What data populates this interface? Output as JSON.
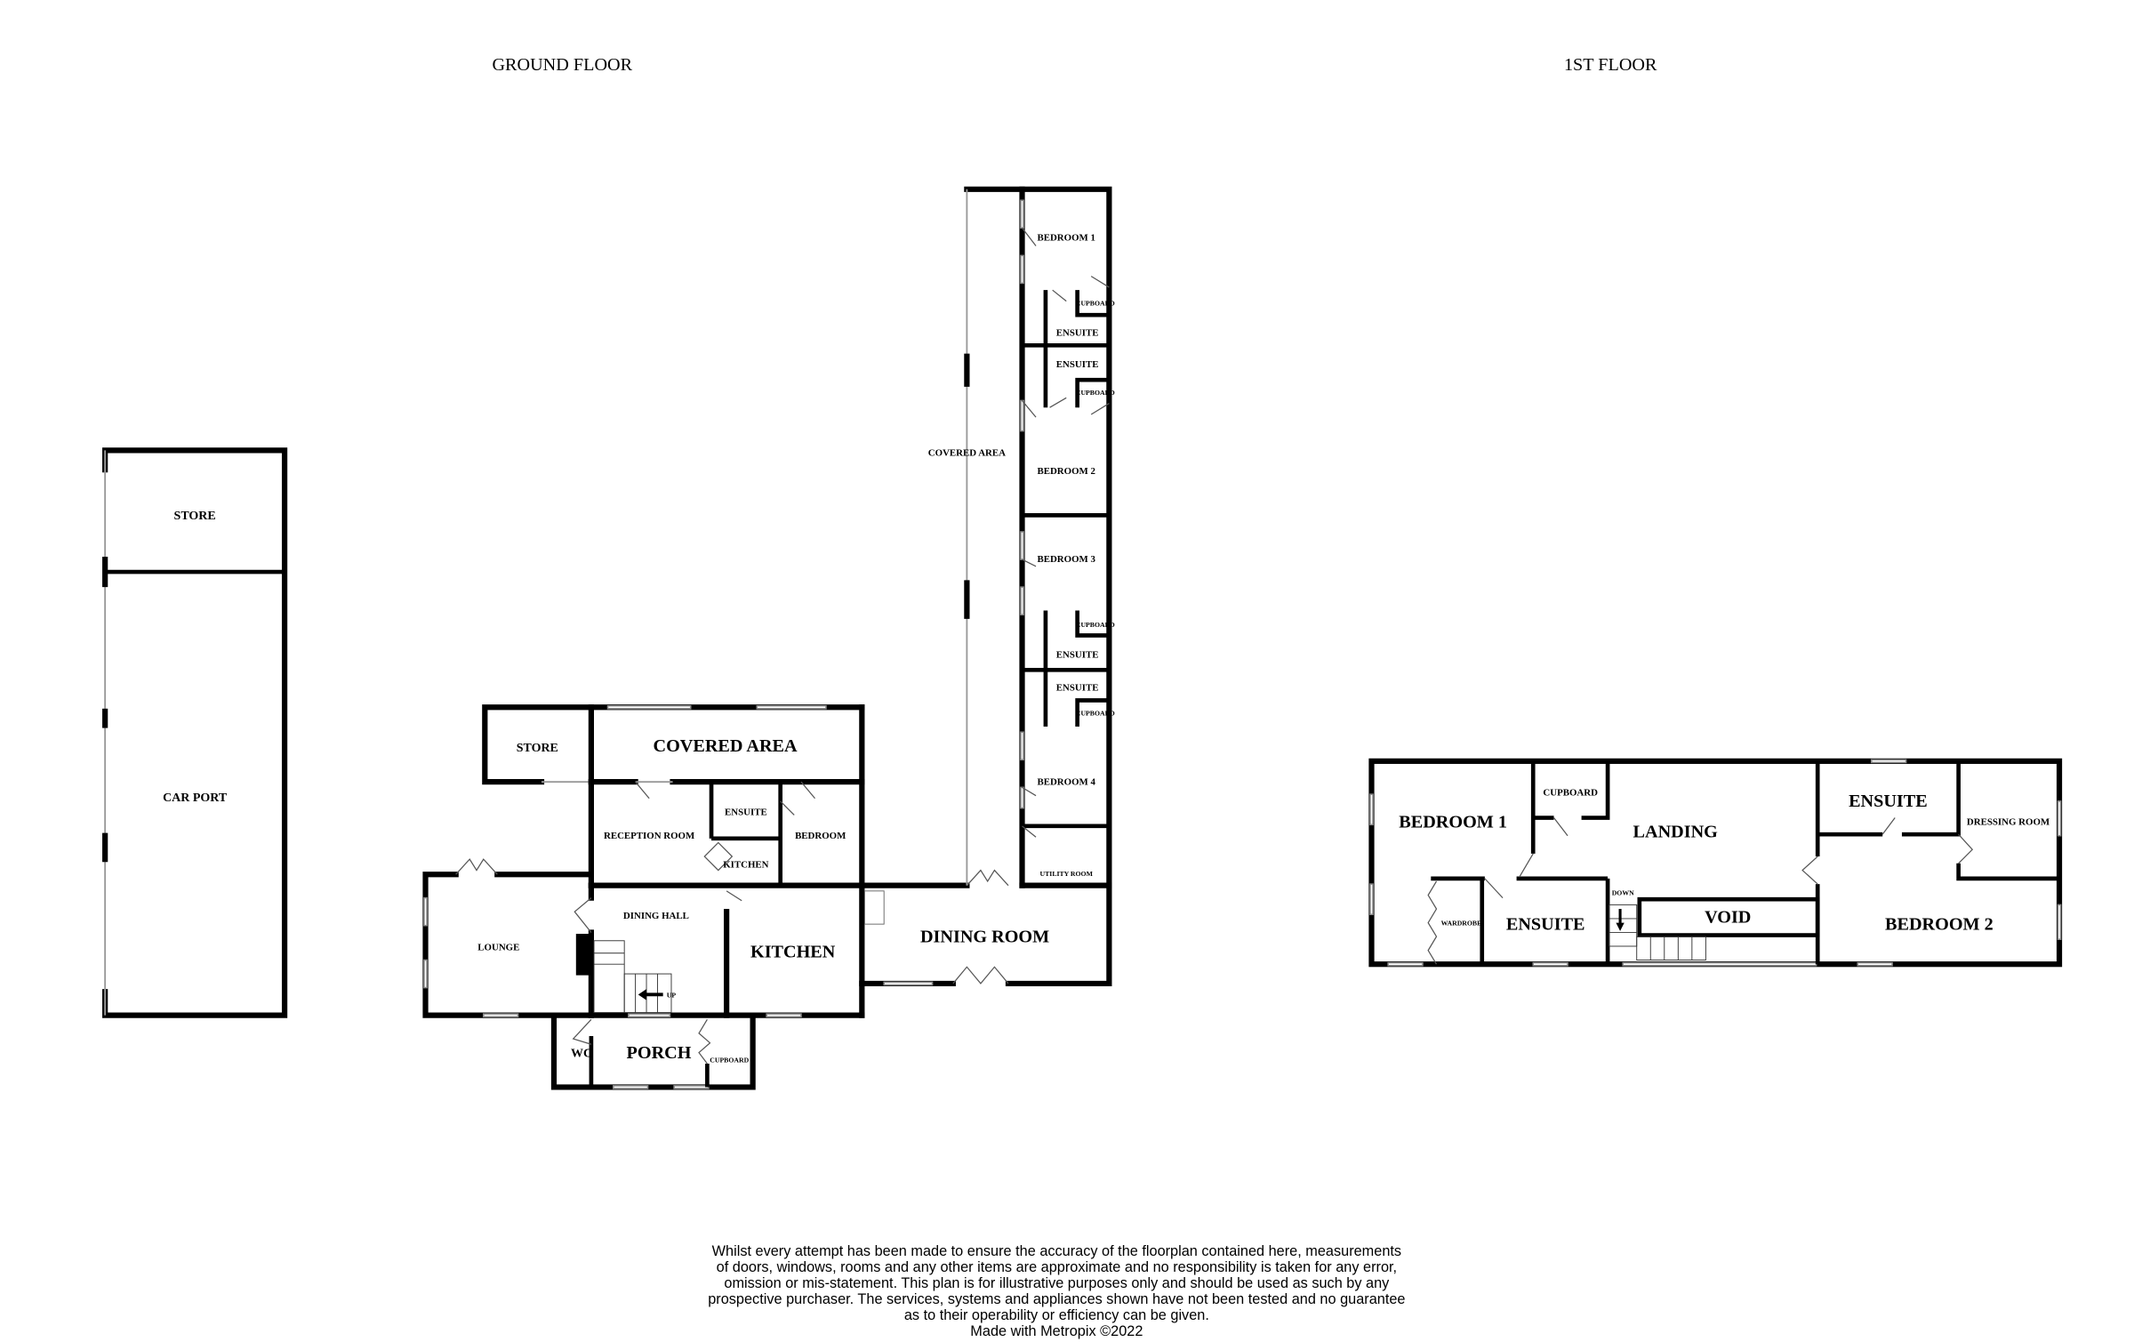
{
  "titles": {
    "ground": "GROUND FLOOR",
    "first": "1ST FLOOR"
  },
  "ground_floor": {
    "store_carport": "STORE",
    "car_port": "CAR PORT",
    "store": "STORE",
    "covered_area": "COVERED AREA",
    "reception_room": "RECEPTION ROOM",
    "ensuite": "ENSUITE",
    "kitchen_small": "KITCHEN",
    "bedroom": "BEDROOM",
    "lounge": "LOUNGE",
    "dining_hall": "DINING HALL",
    "kitchen": "KITCHEN",
    "up": "UP",
    "wc": "WC",
    "porch": "PORCH",
    "cupboard": "CUPBOARD",
    "dining_room": "DINING ROOM",
    "covered_area_wing": "COVERED AREA",
    "bedroom_1": "BEDROOM 1",
    "ensuite_1": "ENSUITE",
    "ensuite_2": "ENSUITE",
    "cupboard_1": "CUPBOARD",
    "cupboard_2": "CUPBOARD",
    "bedroom_2": "BEDROOM 2",
    "bedroom_3": "BEDROOM 3",
    "ensuite_3": "ENSUITE",
    "ensuite_4": "ENSUITE",
    "cupboard_3": "CUPBOARD",
    "cupboard_4": "CUPBOARD",
    "bedroom_4": "BEDROOM 4",
    "utility_room": "UTILITY ROOM"
  },
  "first_floor": {
    "bedroom_1": "BEDROOM 1",
    "cupboard": "CUPBOARD",
    "landing": "LANDING",
    "ensuite_top": "ENSUITE",
    "dressing_room": "DRESSING ROOM",
    "wardrobe": "WARDROBE",
    "ensuite": "ENSUITE",
    "down": "DOWN",
    "void": "VOID",
    "bedroom_2": "BEDROOM 2"
  },
  "disclaimer": [
    "Whilst every attempt has been made to ensure the accuracy of the floorplan contained here, measurements",
    "of doors, windows, rooms and any other items are approximate and no responsibility is taken for any error,",
    "omission or mis-statement. This plan is for illustrative purposes only and should be used as such by any",
    "prospective purchaser. The services, systems and appliances shown have not been tested and no guarantee",
    "as to their operability or efficiency can be given.",
    "Made with Metropix ©2022"
  ]
}
